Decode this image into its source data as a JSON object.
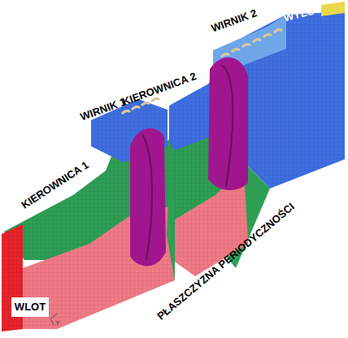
{
  "diagram": {
    "labels": [
      "KIEROWNICA 1",
      "WIRNIK 1",
      "KIEROWNICA 2",
      "WIRNIK 2",
      "WYLOT",
      "WLOT",
      "PŁASZCZYZNA PERIODYCZNOŚCI",
      "Y"
    ]
  }
}
